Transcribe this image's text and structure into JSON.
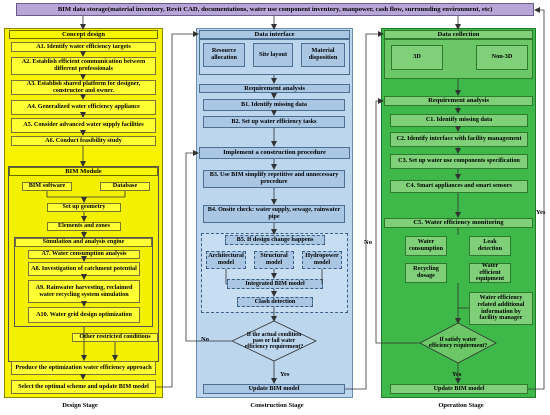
{
  "top_banner": "BIM data storage(material inventory, Revit CAD, documentations, water use component inventory, manpower, cash flow, surrounding environment, etc)",
  "design": {
    "header": "Concept design",
    "a1": "A1. Identify water efficiency targets",
    "a2": "A2. Establish efficient communication between different professionals",
    "a3": "A3. Establish shared platform for designer, constructor and owner.",
    "a4": "A4. Generalized water efficiency appliance",
    "a5": "A5. Consider advanced water supply facilities",
    "a6": "A6. Conduct feasibility study",
    "bim_module": "BIM Module",
    "bim_software": "BIM software",
    "database": "Database",
    "setup_geometry": "Set up geometry",
    "elements_zones": "Elements and zones",
    "sim_engine": "Simulation and analysis engine",
    "a7": "A7. Water consumption analysis",
    "a8": "A8. Investigation of catchment potential",
    "a9": "A9. Rainwater harvesting, reclaimed water recycling system simulation",
    "a10": "A10. Water grid design optimization",
    "other": "Other restricted conditions",
    "produce": "Produce the optimization water efficiency approach",
    "select": "Select the optimal scheme and update BIM model",
    "stage_label": "Design Stage"
  },
  "construction": {
    "header": "Data interface",
    "resource": "Resource allocation",
    "site": "Site layout",
    "material": "Material disposition",
    "req": "Requirement analysis",
    "b1": "B1. Identify missing data",
    "b2": "B2. Set up water efficiency tasks",
    "implement": "Implement a construction procedure",
    "b3": "B3. Use BIM simplify repetitive and unnecessary procedure",
    "b4": "B4. Onsite check: water supply, sewage, rainwater pipe",
    "b5": "B5. If design change happens",
    "arch": "Architectural model",
    "struct": "Structural model",
    "hydro": "Hydropower model",
    "integrated": "Integrated BIM model",
    "clash": "Clash detection",
    "decision": "If the actual condition pass or fail water efficiency requirement?",
    "update": "Update BIM model",
    "no": "No",
    "yes": "Yes",
    "stage_label": "Construction Stage"
  },
  "operation": {
    "header": "Data collection",
    "d3": "3D",
    "non3d": "Non-3D",
    "req": "Requirement analysis",
    "c1": "C1. Identify missing data",
    "c2": "C2. Identify interface with facility management",
    "c3": "C3. Set up water use components specification",
    "c4": "C4. Smart appliances and smart sensors",
    "c5": "C5. Water efficiency monitoring",
    "water_consumption": "Water consumption",
    "leak": "Leak detection",
    "recycling": "Recycling dosage",
    "efficient_eq": "Water efficient equipment",
    "related": "Water efficiency related additional information by facility manager",
    "decision": "If satisfy water efficiency requirement?",
    "update": "Update BIM model",
    "no": "No",
    "yes_side": "Yes",
    "yes": "Yes",
    "stage_label": "Operation Stage"
  }
}
